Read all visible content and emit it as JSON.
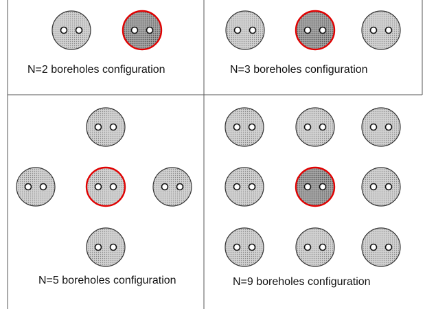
{
  "panels": [
    {
      "id": "n2",
      "caption": "N=2 boreholes configuration",
      "borehole_count": 2
    },
    {
      "id": "n3",
      "caption": "N=3 boreholes configuration",
      "borehole_count": 3
    },
    {
      "id": "n5",
      "caption": "N=5 boreholes configuration",
      "borehole_count": 5
    },
    {
      "id": "n9",
      "caption": "N=9 boreholes configuration",
      "borehole_count": 9
    }
  ],
  "colors": {
    "borehole_fill": "#c9c9c9",
    "borehole_fill_center": "#9a9a9a",
    "center_outline": "#e00000",
    "borehole_outline": "#333333",
    "frame": "#555555"
  }
}
